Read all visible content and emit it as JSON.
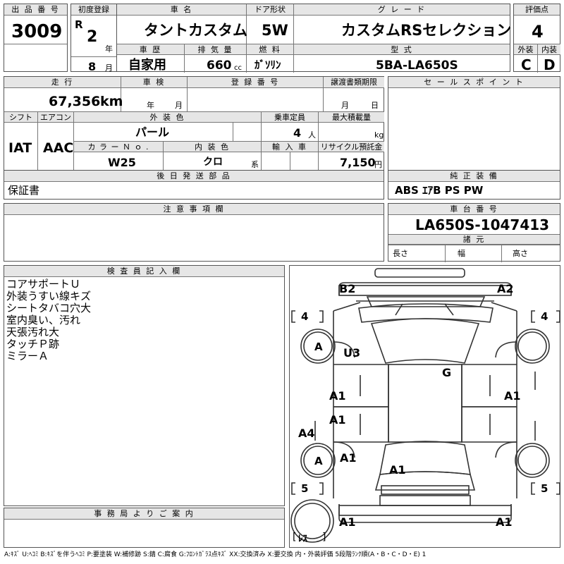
{
  "header": {
    "lot_no_label": "出 品 番 号",
    "lot_no": "3009",
    "first_reg_label": "初度登録",
    "era": "R",
    "year": "2",
    "year_unit": "年",
    "month": "8",
    "month_unit": "月",
    "model_name_label": "車 名",
    "model_name": "タントカスタム",
    "door_label": "ドア形状",
    "door": "5W",
    "grade_label": "グ レ ー ド",
    "grade": "カスタムRSセレクション",
    "score_label": "評価点",
    "score": "4",
    "history_label": "車 歴",
    "history": "自家用",
    "displacement_label": "排 気 量",
    "displacement": "660",
    "displacement_unit": "cc",
    "fuel_label": "燃 料",
    "fuel": "ｶﾞｿﾘﾝ",
    "type_label": "型 式",
    "type": "5BA-LA650S",
    "exterior_label": "外装",
    "exterior": "C",
    "interior_label": "内装",
    "interior": "D"
  },
  "row2": {
    "mileage_label": "走 行",
    "mileage": "67,356",
    "mileage_unit": "km",
    "inspection_label": "車 検",
    "inspection_year_unit": "年",
    "inspection_month_unit": "月",
    "reg_no_label": "登 録 番 号",
    "transfer_label": "譲渡書類期限",
    "transfer_month_unit": "月",
    "transfer_day_unit": "日",
    "sales_point_label": "セ ー ル ス ポ イ ン ト",
    "shift_label": "シフト",
    "shift": "IAT",
    "aircon_label": "エアコン",
    "aircon": "AAC",
    "color_label": "外 装 色",
    "color": "パール",
    "capacity_label": "乗車定員",
    "capacity": "4",
    "capacity_unit": "人",
    "load_label": "最大積載量",
    "load_unit": "kg",
    "color_no_label": "カ ラ ー Ｎ ｏ .",
    "color_no": "W25",
    "interior_color_label": "内 装 色",
    "interior_color": "クロ",
    "interior_color_unit": "系",
    "import_label": "輸 入 車",
    "recycle_label": "リサイクル預託金",
    "recycle": "7,150",
    "recycle_unit": "円"
  },
  "row3": {
    "later_label": "後 日 発 送 部 品",
    "later": "保証書",
    "equip_label": "純 正 装 備",
    "equip": "ABS ｴｱB PS PW"
  },
  "row4": {
    "notes_label": "注 意 事 項 欄",
    "chassis_label": "車 台 番 号",
    "chassis": "LA650S-1047413",
    "spec_label": "諸 元",
    "length_label": "長さ",
    "width_label": "幅",
    "height_label": "高さ"
  },
  "inspector": {
    "label": "検 査 員 記 入 欄",
    "lines": [
      "コアサポートＵ",
      "外装うすい線キズ",
      "シートタバコ穴大",
      "室内臭い、汚れ",
      "天張汚れ大",
      "タッチＰ跡",
      "ミラーＡ"
    ]
  },
  "office": {
    "label": "事 務 局 よ り ご 案 内"
  },
  "diagram": {
    "b2": "B2",
    "a2": "A2",
    "tread_fl": "4",
    "tread_fr": "4",
    "tread_rl": "5",
    "tread_rr": "5",
    "wheel_fl": "A",
    "wheel_rl": "A",
    "u3": "U3",
    "g": "G",
    "door_fl": "A1",
    "door_fr": "A1",
    "door_rl": "A1",
    "a4": "A4",
    "rear_left": "A1",
    "rear_center": "A1",
    "bumper_rl": "A1",
    "bumper_rr": "A1",
    "spare": "ﾚｽ"
  },
  "legend": "A:ｷｽﾞ  U:ﾍｺﾐ  B:ｷｽﾞを伴うﾍｺﾐ  P:要塗装  W:補修跡  S:錆  C:腐食  G:ﾌﾛﾝﾄｶﾞﾗｽ点ｷｽﾞ  XX:交換済み  X:要交換   内・外装評価  5段階ﾗﾝｸ順(A・B・C・D・E) 1"
}
